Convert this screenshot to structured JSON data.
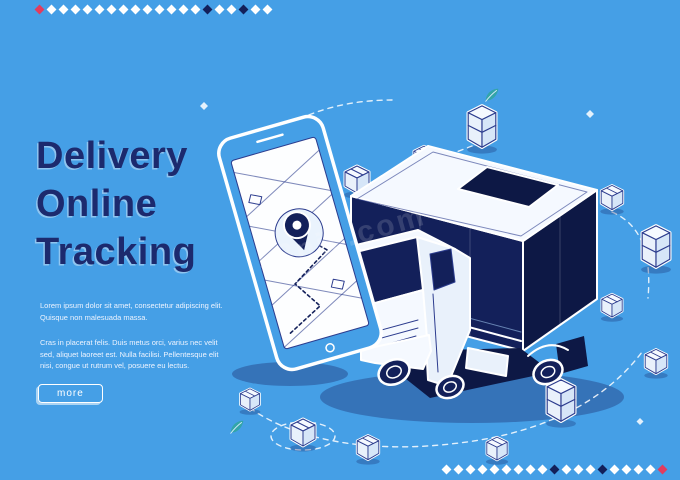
{
  "colors": {
    "background": "#459fe6",
    "navy": "#13205a",
    "navy_deep": "#0d1845",
    "line_navy": "#2c3c8e",
    "title_navy": "#1c2a6e",
    "white": "#ffffff",
    "accent_red": "#e23c5e",
    "teal": "#2fa79b"
  },
  "hero": {
    "title_lines": [
      "Delivery",
      "Online",
      "Tracking"
    ],
    "paragraphs": [
      "Lorem ipsum dolor sit amet, consectetur adipiscing elit. Quisque non malesuada massa.",
      "Cras in placerat felis. Duis metus orci, varius nec velit sed, aliquet laoreet est. Nulla facilisi. Pellentesque elit nisi, congue ut rutrum vel, posuere eu lectus."
    ],
    "more_label": "more"
  },
  "decor": {
    "top_row": {
      "count": 20,
      "red_index": 0,
      "navy_indices": [
        14,
        17
      ]
    },
    "bottom_row": {
      "count": 19,
      "red_index": 18,
      "navy_indices": [
        9,
        13
      ]
    }
  },
  "watermark": {
    "text": "58pic.com"
  },
  "illustration": {
    "alt": "Isometric delivery truck with smartphone showing map tracking pin and packages"
  }
}
